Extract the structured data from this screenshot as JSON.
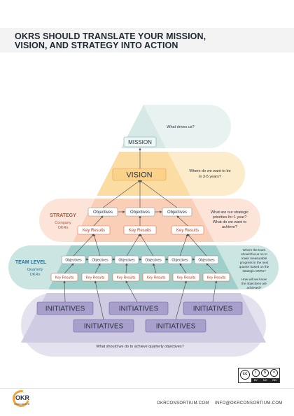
{
  "title": {
    "line1": "OKRS SHOULD TRANSLATE YOUR MISSION,",
    "line2": "VISION, AND STRATEGY INTO ACTION"
  },
  "colors": {
    "mission": "#d6e9e6",
    "vision": "#fbdca3",
    "strategy": "#f9cfb8",
    "team": "#9ecfcb",
    "initiatives": "#cfcbe2",
    "keyresult_border": "#e8663a",
    "initiative_box": "#a89fcc",
    "text_accent": "#b3533a",
    "team_accent": "#2f6e8a"
  },
  "pyramid": {
    "mission": {
      "box": "MISSION",
      "question": "What drives us?"
    },
    "vision": {
      "box": "VISION",
      "question": [
        "Where do we want to be",
        "in 3-5 years?"
      ]
    },
    "strategy": {
      "label": "STRATEGY",
      "sublabel": [
        "Company",
        "OKRs"
      ],
      "objectives": [
        "Objectives",
        "Objectives",
        "Objectives"
      ],
      "key_results": [
        "Key Results",
        "Key Results",
        "Key Results"
      ],
      "question": [
        "What are our strategic",
        "priorities for 1 year?",
        "What do we want to",
        "achieve?"
      ]
    },
    "team": {
      "label": "TEAM LEVEL",
      "sublabel": [
        "Quarterly",
        "OKRs"
      ],
      "objectives": [
        "Objectives",
        "Objectives",
        "Objectives",
        "Objectives",
        "Objectives",
        "Objectives"
      ],
      "key_results": [
        "Key Results",
        "Key Results",
        "Key Results",
        "Key Results",
        "Key Results",
        "Key Results"
      ],
      "question": [
        "Where the team",
        "should focus on to",
        "make measurable",
        "progress in the next",
        "quarter based on the",
        "strategic OKRs?",
        "",
        "How will we know",
        "the objectives are",
        "achieved?"
      ]
    },
    "initiatives": {
      "row1": [
        "INITIATIVES",
        "INITIATIVES",
        "INITIATIVES"
      ],
      "row2": [
        "INITIATIVES",
        "INITIATIVES"
      ],
      "question": "What should we do to achieve quarterly objectives?"
    }
  },
  "footer": {
    "logo_text": "OKR",
    "logo_sub": "CONSORTIUM",
    "url": "OKRCONSORTIUM.COM",
    "email": "INFO@OKRCONSORTIUM.COM",
    "license": {
      "cc": "cc",
      "tags": [
        "BY",
        "NC",
        "ND"
      ]
    }
  }
}
